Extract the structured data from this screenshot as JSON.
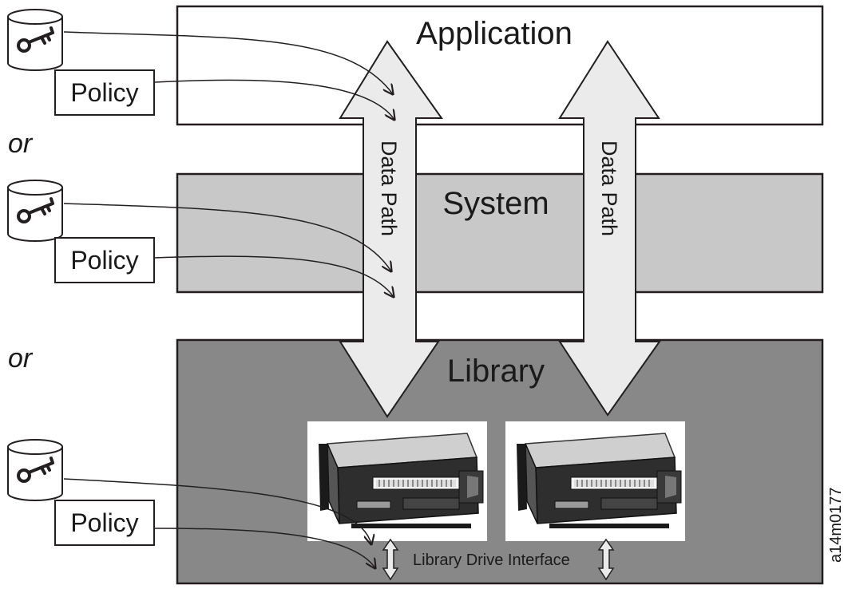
{
  "layers": {
    "application": "Application",
    "system": "System",
    "library": "Library"
  },
  "data_path_label": "Data Path",
  "policy_label": "Policy",
  "or_label": "or",
  "interface_label": "Library Drive Interface",
  "figure_id": "a14m0177",
  "colors": {
    "application_fill": "#ffffff",
    "system_fill": "#c8c8c8",
    "library_fill": "#888888",
    "arrow_fill": "#ebebeb",
    "stroke": "#231f20"
  },
  "icons": {
    "key_store": "key-database-icon",
    "tape_drive": "tape-drive-image"
  }
}
